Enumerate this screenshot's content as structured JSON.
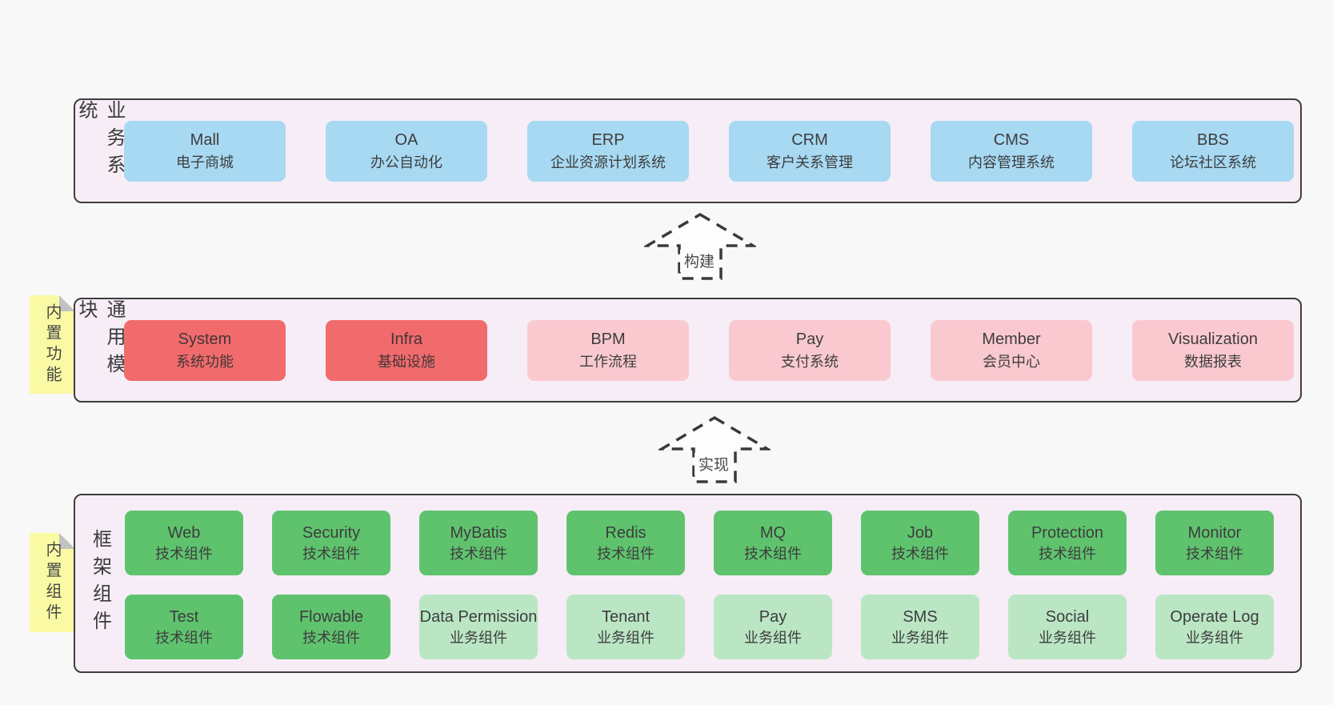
{
  "palette": {
    "page_bg": "#f8f8f8",
    "panel_bg": "#f6edf6",
    "panel_border": "#3e3e3e",
    "blue": "#a8d9f3",
    "red": "#f16b6d",
    "pink": "#fac9d0",
    "green": "#5fc36e",
    "lightgreen": "#bae6c4",
    "yellow": "#fafaa4",
    "fold": "#c2c2c2",
    "text_dark": "#3d3d3d",
    "arrow_stroke": "#3a3a3a"
  },
  "rows": {
    "business": {
      "label": "业务系统",
      "boxes": [
        {
          "name": "Mall",
          "desc": "电子商城",
          "variant": "blue"
        },
        {
          "name": "OA",
          "desc": "办公自动化",
          "variant": "blue"
        },
        {
          "name": "ERP",
          "desc": "企业资源计划系统",
          "variant": "blue"
        },
        {
          "name": "CRM",
          "desc": "客户关系管理",
          "variant": "blue"
        },
        {
          "name": "CMS",
          "desc": "内容管理系统",
          "variant": "blue"
        },
        {
          "name": "BBS",
          "desc": "论坛社区系统",
          "variant": "blue"
        }
      ]
    },
    "modules": {
      "label": "通用模块",
      "note": "内置功能",
      "boxes": [
        {
          "name": "System",
          "desc": "系统功能",
          "variant": "red"
        },
        {
          "name": "Infra",
          "desc": "基础设施",
          "variant": "red"
        },
        {
          "name": "BPM",
          "desc": "工作流程",
          "variant": "pink"
        },
        {
          "name": "Pay",
          "desc": "支付系统",
          "variant": "pink"
        },
        {
          "name": "Member",
          "desc": "会员中心",
          "variant": "pink"
        },
        {
          "name": "Visualization",
          "desc": "数据报表",
          "variant": "pink"
        }
      ]
    },
    "components": {
      "label": "框架组件",
      "note": "内置组件",
      "row1": [
        {
          "name": "Web",
          "desc": "技术组件",
          "variant": "green"
        },
        {
          "name": "Security",
          "desc": "技术组件",
          "variant": "green"
        },
        {
          "name": "MyBatis",
          "desc": "技术组件",
          "variant": "green"
        },
        {
          "name": "Redis",
          "desc": "技术组件",
          "variant": "green"
        },
        {
          "name": "MQ",
          "desc": "技术组件",
          "variant": "green"
        },
        {
          "name": "Job",
          "desc": "技术组件",
          "variant": "green"
        },
        {
          "name": "Protection",
          "desc": "技术组件",
          "variant": "green"
        },
        {
          "name": "Monitor",
          "desc": "技术组件",
          "variant": "green"
        }
      ],
      "row2": [
        {
          "name": "Test",
          "desc": "技术组件",
          "variant": "green"
        },
        {
          "name": "Flowable",
          "desc": "技术组件",
          "variant": "green"
        },
        {
          "name": "Data Permission",
          "desc": "业务组件",
          "variant": "lightgreen"
        },
        {
          "name": "Tenant",
          "desc": "业务组件",
          "variant": "lightgreen"
        },
        {
          "name": "Pay",
          "desc": "业务组件",
          "variant": "lightgreen"
        },
        {
          "name": "SMS",
          "desc": "业务组件",
          "variant": "lightgreen"
        },
        {
          "name": "Social",
          "desc": "业务组件",
          "variant": "lightgreen"
        },
        {
          "name": "Operate Log",
          "desc": "业务组件",
          "variant": "lightgreen"
        }
      ]
    }
  },
  "arrows": {
    "build": "构建",
    "implement": "实现"
  }
}
